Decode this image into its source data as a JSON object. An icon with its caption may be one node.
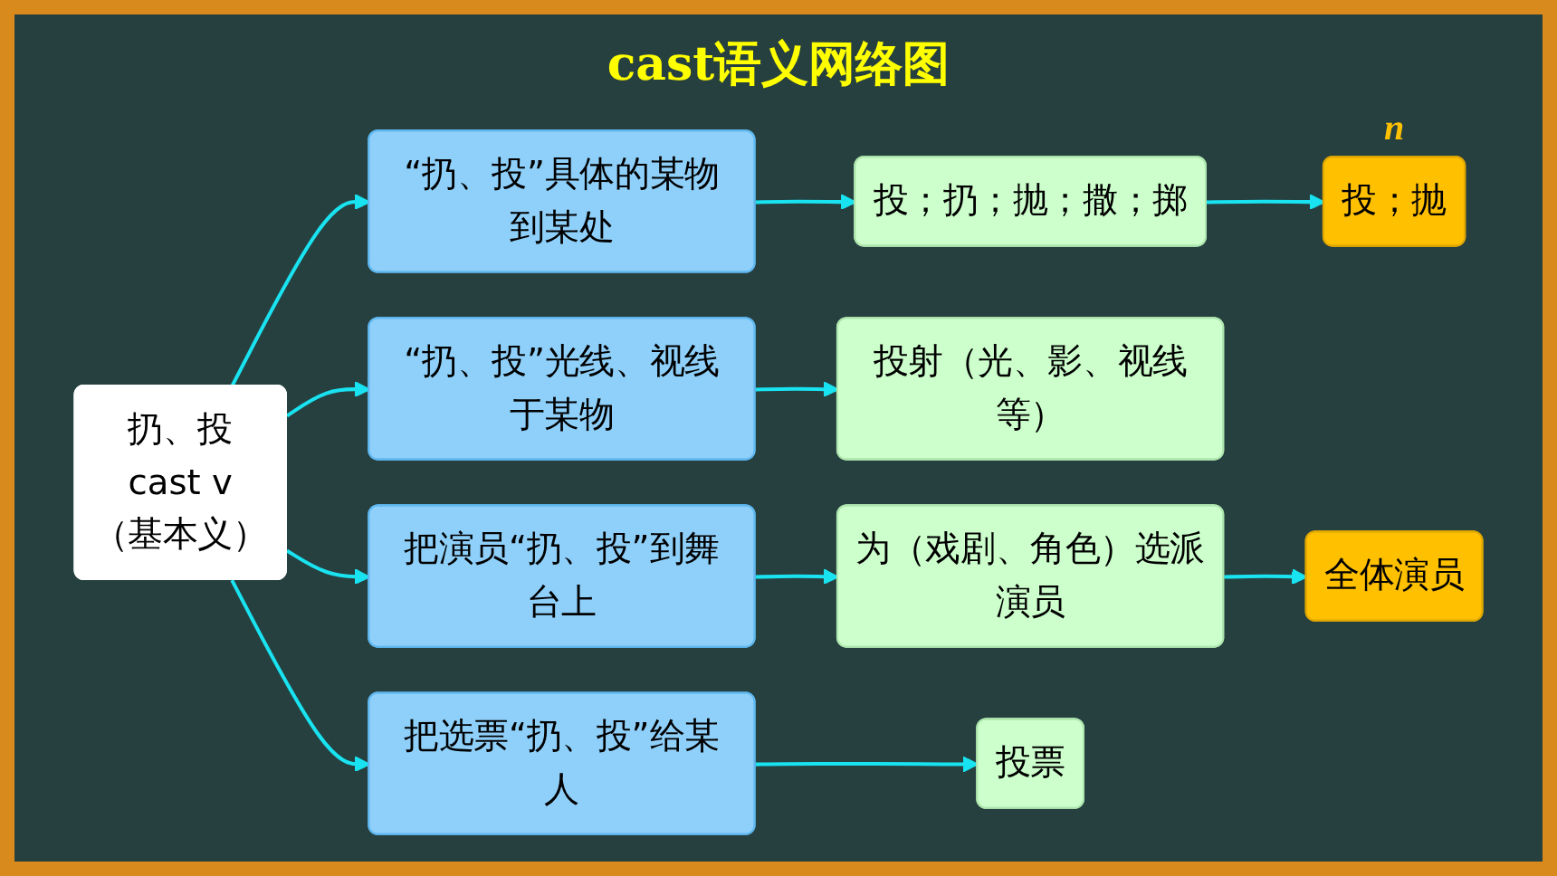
{
  "diagram": {
    "title": "cast语义网络图",
    "nodes": [
      {
        "text": [
          "扔、投",
          "cast v",
          "（基本义）"
        ]
      },
      {
        "text": [
          "“扔、投”具体的某物到某处"
        ]
      },
      {
        "text": [
          "投；扔；抛；撒；掷"
        ]
      },
      {
        "text": [
          "投；抛"
        ],
        "beside": [
          "n"
        ]
      },
      {
        "text": [
          "“扔、投”光线、视线于某物"
        ]
      },
      {
        "text": [
          "投射（光、影、视线等）"
        ]
      },
      {
        "text": [
          "把演员“扔、投”到舞台上"
        ]
      },
      {
        "text": [
          "为（戏剧、角色）选派演员"
        ]
      },
      {
        "text": [
          "全体演员"
        ]
      },
      {
        "text": [
          "把选票“扔、投”给某人"
        ]
      },
      {
        "text": [
          "投票"
        ]
      }
    ],
    "edges": [
      {
        "from": 0,
        "to": 1,
        "arrow": "to"
      },
      {
        "from": 0,
        "to": 4,
        "arrow": "to"
      },
      {
        "from": 0,
        "to": 6,
        "arrow": "to"
      },
      {
        "from": 0,
        "to": 9,
        "arrow": "to"
      },
      {
        "from": 1,
        "to": 2,
        "arrow": "to"
      },
      {
        "from": 2,
        "to": 3,
        "arrow": "to"
      },
      {
        "from": 4,
        "to": 5,
        "arrow": "to"
      },
      {
        "from": 6,
        "to": 7,
        "arrow": "to"
      },
      {
        "from": 7,
        "to": 8,
        "arrow": "to"
      },
      {
        "from": 9,
        "to": 10,
        "arrow": "to"
      }
    ]
  }
}
